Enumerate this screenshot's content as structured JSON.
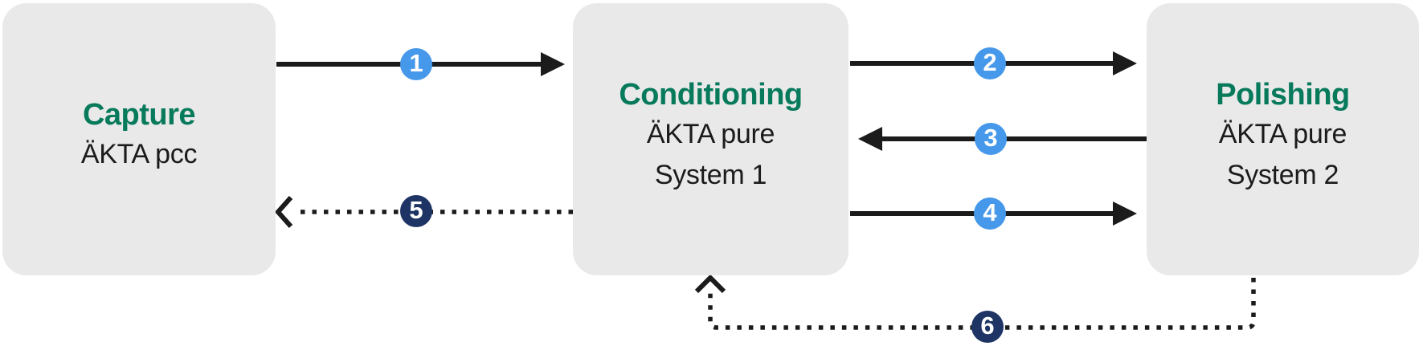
{
  "diagram": {
    "type": "process-flow",
    "background": "#ffffff",
    "colors": {
      "box-bg": "#e9e9e9",
      "title-green": "#077a5c",
      "text-dark": "#1b1b1b",
      "arrow-black": "#1b1b1b",
      "badge-blue": "#4598ea",
      "badge-navy": "#1d3464",
      "badge-text": "#ffffff"
    },
    "nodes": [
      {
        "id": "capture",
        "title": "Capture",
        "subtitle_lines": [
          "ÄKTA pcc"
        ]
      },
      {
        "id": "conditioning",
        "title": "Conditioning",
        "subtitle_lines": [
          "ÄKTA pure",
          "System 1"
        ]
      },
      {
        "id": "polishing",
        "title": "Polishing",
        "subtitle_lines": [
          "ÄKTA pure",
          "System 2"
        ]
      }
    ],
    "flows": [
      {
        "number": "1",
        "from": "Capture",
        "to": "Conditioning",
        "line_style": "solid",
        "badge": "blue"
      },
      {
        "number": "2",
        "from": "Conditioning",
        "to": "Polishing",
        "line_style": "solid",
        "badge": "blue"
      },
      {
        "number": "3",
        "from": "Polishing",
        "to": "Conditioning",
        "line_style": "solid",
        "badge": "blue"
      },
      {
        "number": "4",
        "from": "Conditioning",
        "to": "Polishing",
        "line_style": "solid",
        "badge": "blue"
      },
      {
        "number": "5",
        "from": "Conditioning",
        "to": "Capture",
        "line_style": "dotted",
        "badge": "navy"
      },
      {
        "number": "6",
        "from": "Polishing",
        "to": "Conditioning",
        "line_style": "dotted",
        "badge": "navy"
      }
    ]
  }
}
